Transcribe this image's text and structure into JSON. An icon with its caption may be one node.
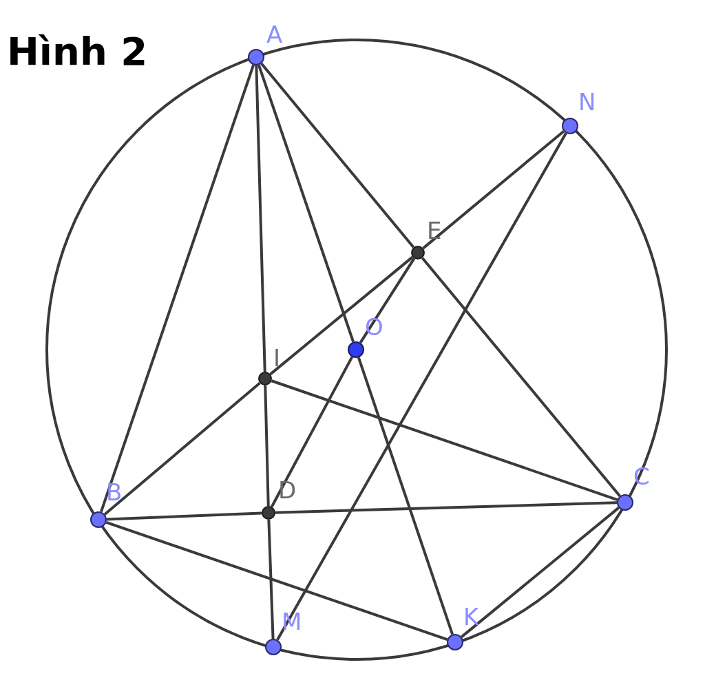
{
  "diagram": {
    "title": "Hình 2",
    "nodes": [
      {
        "text": [
          "A"
        ]
      },
      {
        "text": [
          "N"
        ]
      },
      {
        "text": [
          "E"
        ]
      },
      {
        "text": [
          "O"
        ]
      },
      {
        "text": [
          "I"
        ]
      },
      {
        "text": [
          "B"
        ]
      },
      {
        "text": [
          "D"
        ]
      },
      {
        "text": [
          "C"
        ]
      },
      {
        "text": [
          "M"
        ]
      },
      {
        "text": [
          "K"
        ]
      }
    ],
    "edges": [
      {
        "from": 0,
        "to": 5,
        "arrow": "none"
      },
      {
        "from": 0,
        "to": 4,
        "arrow": "none"
      },
      {
        "from": 4,
        "to": 6,
        "arrow": "none"
      },
      {
        "from": 6,
        "to": 8,
        "arrow": "none"
      },
      {
        "from": 0,
        "to": 3,
        "arrow": "none"
      },
      {
        "from": 3,
        "to": 9,
        "arrow": "none"
      },
      {
        "from": 0,
        "to": 2,
        "arrow": "none"
      },
      {
        "from": 2,
        "to": 7,
        "arrow": "none"
      },
      {
        "from": 5,
        "to": 6,
        "arrow": "none"
      },
      {
        "from": 6,
        "to": 7,
        "arrow": "none"
      },
      {
        "from": 5,
        "to": 4,
        "arrow": "none"
      },
      {
        "from": 4,
        "to": 2,
        "arrow": "none"
      },
      {
        "from": 2,
        "to": 1,
        "arrow": "none"
      },
      {
        "from": 4,
        "to": 7,
        "arrow": "none"
      },
      {
        "from": 5,
        "to": 9,
        "arrow": "none"
      },
      {
        "from": 7,
        "to": 9,
        "arrow": "none"
      },
      {
        "from": 1,
        "to": 8,
        "arrow": "none"
      },
      {
        "from": 2,
        "to": 3,
        "arrow": "none"
      },
      {
        "from": 3,
        "to": 6,
        "arrow": "none"
      }
    ]
  }
}
